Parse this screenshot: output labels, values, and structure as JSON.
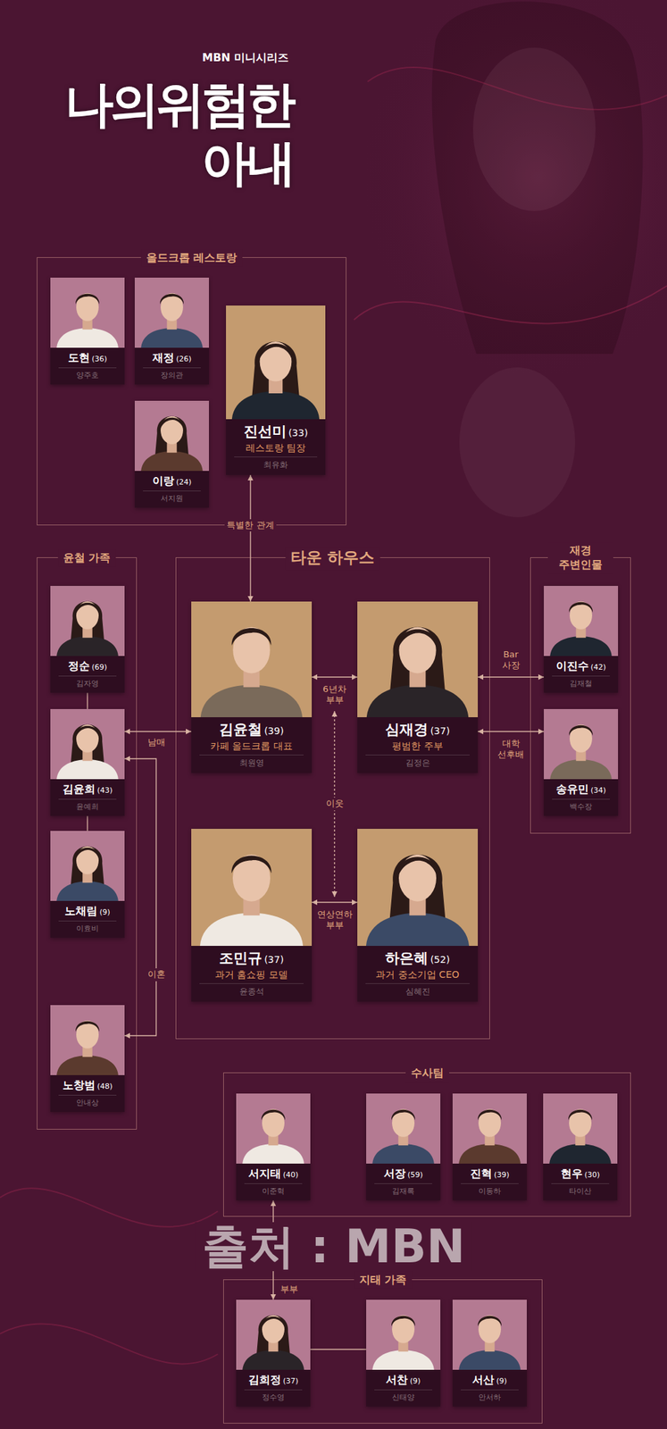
{
  "diagram": {
    "title": "나의위험한 아내",
    "nodes": [
      {
        "text": [
          "올드크롭 레스토랑"
        ]
      },
      {
        "text": [
          "도현",
          "(36)",
          "양주호"
        ],
        "in": 0
      },
      {
        "text": [
          "재정",
          "(26)",
          "장의관"
        ],
        "in": 0
      },
      {
        "text": [
          "이랑",
          "(24)",
          "서지원"
        ],
        "in": 0
      },
      {
        "text": [
          "진선미",
          "(33)",
          "레스토랑 팀장",
          "최유화"
        ],
        "in": 0
      },
      {
        "text": [
          "윤철 가족"
        ]
      },
      {
        "text": [
          "정순",
          "(69)",
          "김자영"
        ],
        "in": 5
      },
      {
        "text": [
          "김윤희",
          "(43)",
          "윤예희"
        ],
        "in": 5
      },
      {
        "text": [
          "노채림",
          "(9)",
          "이효비"
        ],
        "in": 5
      },
      {
        "text": [
          "노창범",
          "(48)",
          "안내상"
        ],
        "in": 5
      },
      {
        "text": [
          "타운 하우스"
        ]
      },
      {
        "text": [
          "김윤철",
          "(39)",
          "카페 올드크롭 대표",
          "최원영"
        ],
        "in": 10
      },
      {
        "text": [
          "심재경",
          "(37)",
          "평범한 주부",
          "김정은"
        ],
        "in": 10
      },
      {
        "text": [
          "조민규",
          "(37)",
          "과거 홈쇼핑 모델",
          "윤종석"
        ],
        "in": 10
      },
      {
        "text": [
          "하은혜",
          "(52)",
          "과거 중소기업 CEO",
          "심혜진"
        ],
        "in": 10
      },
      {
        "text": [
          "재경 주변인물"
        ]
      },
      {
        "text": [
          "이진수",
          "(42)",
          "김재철"
        ],
        "in": 15
      },
      {
        "text": [
          "송유민",
          "(34)",
          "백수장"
        ],
        "in": 15
      },
      {
        "text": [
          "수사팀"
        ]
      },
      {
        "text": [
          "서지태",
          "(40)",
          "이준혁"
        ],
        "in": 18
      },
      {
        "text": [
          "서장",
          "(59)",
          "김재록"
        ],
        "in": 18
      },
      {
        "text": [
          "진혁",
          "(39)",
          "이동하"
        ],
        "in": 18
      },
      {
        "text": [
          "현우",
          "(30)",
          "타이산"
        ],
        "in": 18
      },
      {
        "text": [
          "지태 가족"
        ]
      },
      {
        "text": [
          "김희정",
          "(37)",
          "정수영"
        ],
        "in": 23
      },
      {
        "text": [
          "서찬",
          "(9)",
          "신태양"
        ],
        "in": 23
      },
      {
        "text": [
          "서산",
          "(9)",
          "안서하"
        ],
        "in": 23
      }
    ],
    "edges": [
      {
        "from": 4,
        "to": 11,
        "label": "특별한 관계",
        "arrow": "both"
      },
      {
        "from": 11,
        "to": 12,
        "label": "6년차 부부",
        "arrow": "both"
      },
      {
        "from": 13,
        "to": 14,
        "label": "연상연하 부부",
        "arrow": "both"
      },
      {
        "from": 7,
        "to": 11,
        "label": "남매",
        "arrow": "both"
      },
      {
        "from": 7,
        "to": 9,
        "label": "이혼",
        "arrow": "both"
      },
      {
        "from": 6,
        "to": 7,
        "arrow": "none"
      },
      {
        "from": 7,
        "to": 8,
        "arrow": "none"
      },
      {
        "from": 12,
        "to": 16,
        "label": "Bar 사장",
        "arrow": "both"
      },
      {
        "from": 12,
        "to": 17,
        "label": "대학 선후배",
        "arrow": "both"
      },
      {
        "from": 19,
        "to": 24,
        "label": "부부",
        "arrow": "both"
      },
      {
        "from": 24,
        "to": 25,
        "arrow": "none"
      }
    ],
    "labels": [
      "MBN 미니시리즈",
      "이웃",
      "출처 : MBN"
    ]
  }
}
